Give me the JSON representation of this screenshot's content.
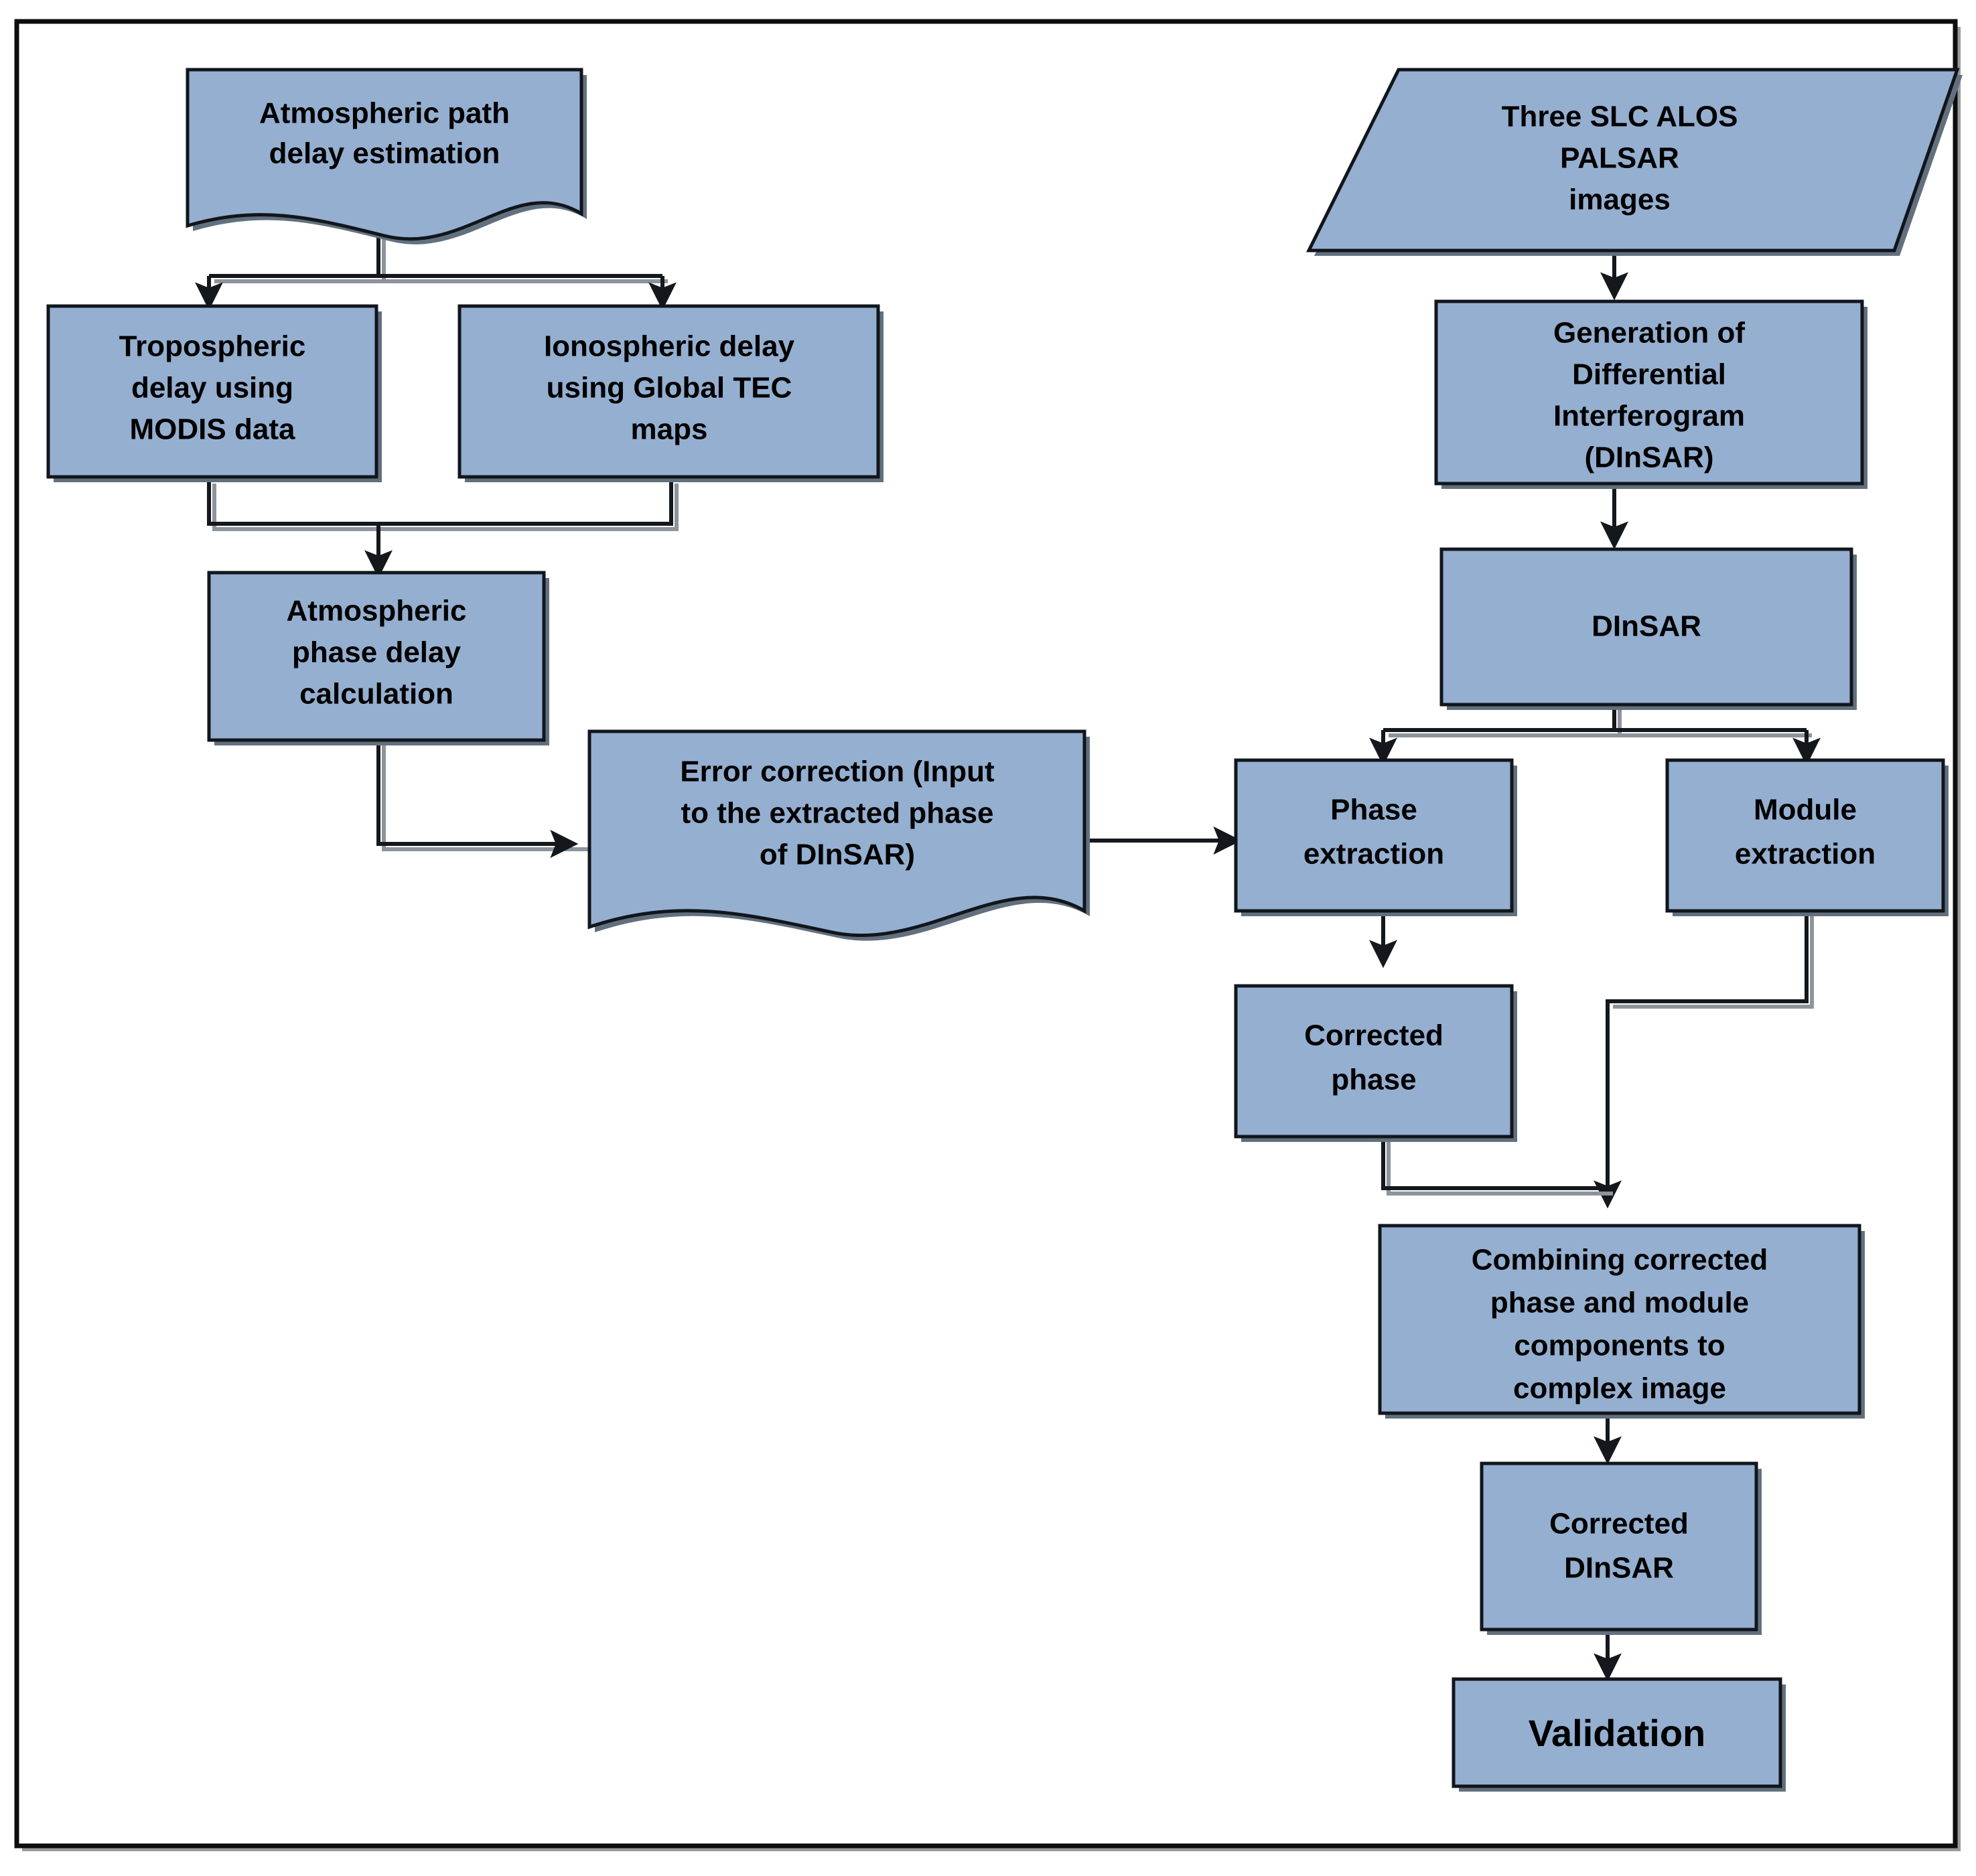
{
  "diagram": {
    "title": "DInSAR atmospheric path delay correction workflow",
    "type": "flowchart",
    "colors": {
      "node_fill": "#95afd0",
      "node_stroke": "#11161c",
      "node_shadow": "#62707e",
      "connector": "#14181d",
      "frame_stroke": "#0d0d0d",
      "background": "#ffffff",
      "text": "#000000"
    },
    "nodes": [
      {
        "id": "atmospheric-path-delay-estimation",
        "shape": "document",
        "lines": [
          "Atmospheric path",
          "delay estimation"
        ],
        "font_size": 44
      },
      {
        "id": "three-slc-alos-palsar-images",
        "shape": "parallelogram",
        "lines": [
          "Three SLC ALOS",
          "PALSAR",
          "images"
        ],
        "font_size": 44
      },
      {
        "id": "tropospheric-delay",
        "shape": "rectangle",
        "lines": [
          "Tropospheric",
          "delay using",
          "MODIS data"
        ],
        "font_size": 44
      },
      {
        "id": "ionospheric-delay",
        "shape": "rectangle",
        "lines": [
          "Ionospheric delay",
          "using Global TEC",
          "maps"
        ],
        "font_size": 44
      },
      {
        "id": "generation-of-differential-interferogram",
        "shape": "rectangle",
        "lines": [
          "Generation of",
          "Differential",
          "Interferogram",
          "(DInSAR)"
        ],
        "font_size": 44
      },
      {
        "id": "atmospheric-phase-delay-calculation",
        "shape": "rectangle",
        "lines": [
          "Atmospheric",
          "phase delay",
          "calculation"
        ],
        "font_size": 44
      },
      {
        "id": "dinsar",
        "shape": "rectangle",
        "lines": [
          "DInSAR"
        ],
        "font_size": 44
      },
      {
        "id": "error-correction",
        "shape": "document",
        "lines": [
          "Error correction (Input",
          "to the extracted phase",
          "of DInSAR)"
        ],
        "font_size": 44
      },
      {
        "id": "phase-extraction",
        "shape": "rectangle",
        "lines": [
          "Phase",
          "extraction"
        ],
        "font_size": 44
      },
      {
        "id": "module-extraction",
        "shape": "rectangle",
        "lines": [
          "Module",
          "extraction"
        ],
        "font_size": 44
      },
      {
        "id": "corrected-phase",
        "shape": "rectangle",
        "lines": [
          "Corrected",
          "phase"
        ],
        "font_size": 44
      },
      {
        "id": "combining-corrected-phase-and-module",
        "shape": "rectangle",
        "lines": [
          "Combining corrected",
          "phase and module",
          "components to",
          "complex image"
        ],
        "font_size": 44
      },
      {
        "id": "corrected-dinsar",
        "shape": "rectangle",
        "lines": [
          "Corrected",
          "DInSAR"
        ],
        "font_size": 44
      },
      {
        "id": "validation",
        "shape": "rectangle",
        "lines": [
          "Validation"
        ],
        "font_size": 56
      }
    ],
    "edges": [
      {
        "from": "atmospheric-path-delay-estimation",
        "to": "tropospheric-delay"
      },
      {
        "from": "atmospheric-path-delay-estimation",
        "to": "ionospheric-delay"
      },
      {
        "from": "tropospheric-delay",
        "to": "atmospheric-phase-delay-calculation"
      },
      {
        "from": "ionospheric-delay",
        "to": "atmospheric-phase-delay-calculation"
      },
      {
        "from": "atmospheric-phase-delay-calculation",
        "to": "error-correction"
      },
      {
        "from": "error-correction",
        "to": "phase-extraction"
      },
      {
        "from": "three-slc-alos-palsar-images",
        "to": "generation-of-differential-interferogram"
      },
      {
        "from": "generation-of-differential-interferogram",
        "to": "dinsar"
      },
      {
        "from": "dinsar",
        "to": "phase-extraction"
      },
      {
        "from": "dinsar",
        "to": "module-extraction"
      },
      {
        "from": "phase-extraction",
        "to": "corrected-phase"
      },
      {
        "from": "corrected-phase",
        "to": "combining-corrected-phase-and-module"
      },
      {
        "from": "module-extraction",
        "to": "combining-corrected-phase-and-module"
      },
      {
        "from": "combining-corrected-phase-and-module",
        "to": "corrected-dinsar"
      },
      {
        "from": "corrected-dinsar",
        "to": "validation"
      }
    ]
  }
}
